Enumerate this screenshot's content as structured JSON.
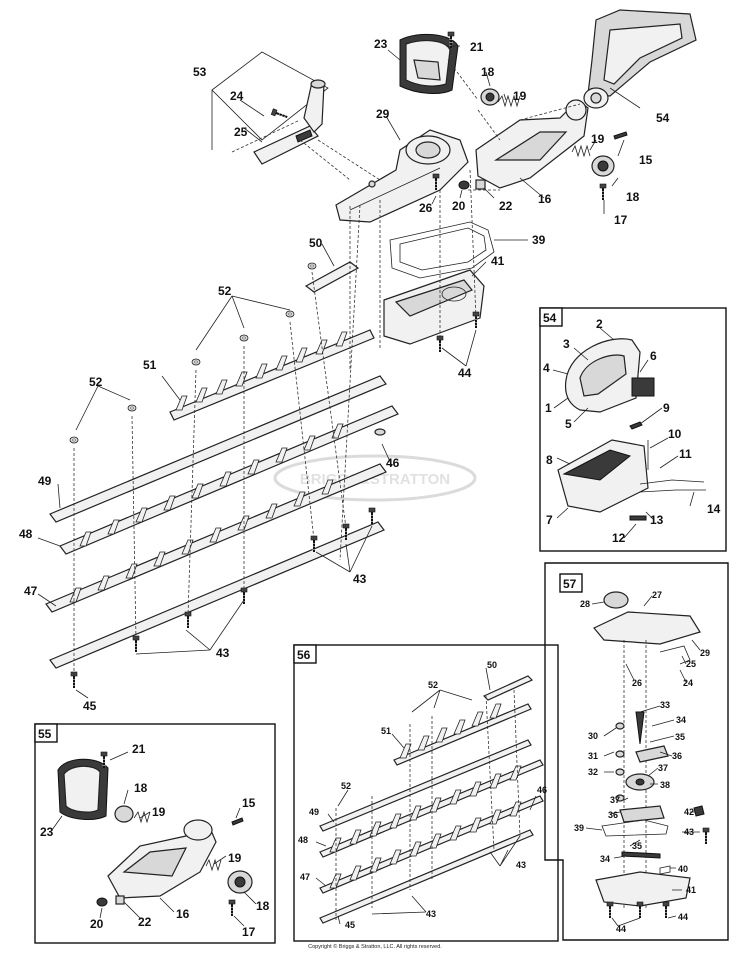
{
  "watermark": "BRIGGS&STRATTON",
  "copyright": "Copyright © Briggs & Stratton, LLC. All rights reserved.",
  "main_callouts": [
    "53",
    "24",
    "25",
    "23",
    "21",
    "18",
    "19",
    "29",
    "54",
    "19",
    "15",
    "16",
    "18",
    "17",
    "26",
    "20",
    "22",
    "50",
    "39",
    "41",
    "52",
    "44",
    "51",
    "52",
    "49",
    "46",
    "48",
    "47",
    "43",
    "43",
    "45"
  ],
  "inset_54": {
    "tag": "54",
    "callouts": [
      "2",
      "3",
      "6",
      "4",
      "1",
      "5",
      "9",
      "10",
      "8",
      "11",
      "14",
      "7",
      "13",
      "12"
    ]
  },
  "inset_55": {
    "tag": "55",
    "callouts": [
      "21",
      "18",
      "19",
      "23",
      "15",
      "19",
      "18",
      "20",
      "22",
      "16",
      "17"
    ]
  },
  "inset_56": {
    "tag": "56",
    "callouts": [
      "50",
      "52",
      "51",
      "52",
      "46",
      "49",
      "48",
      "47",
      "43",
      "43",
      "45"
    ]
  },
  "inset_57": {
    "tag": "57",
    "callouts": [
      "28",
      "27",
      "29",
      "25",
      "26",
      "24",
      "33",
      "34",
      "30",
      "35",
      "31",
      "36",
      "37",
      "32",
      "38",
      "37",
      "42",
      "36",
      "39",
      "43",
      "35",
      "34",
      "40",
      "41",
      "44",
      "44"
    ]
  }
}
